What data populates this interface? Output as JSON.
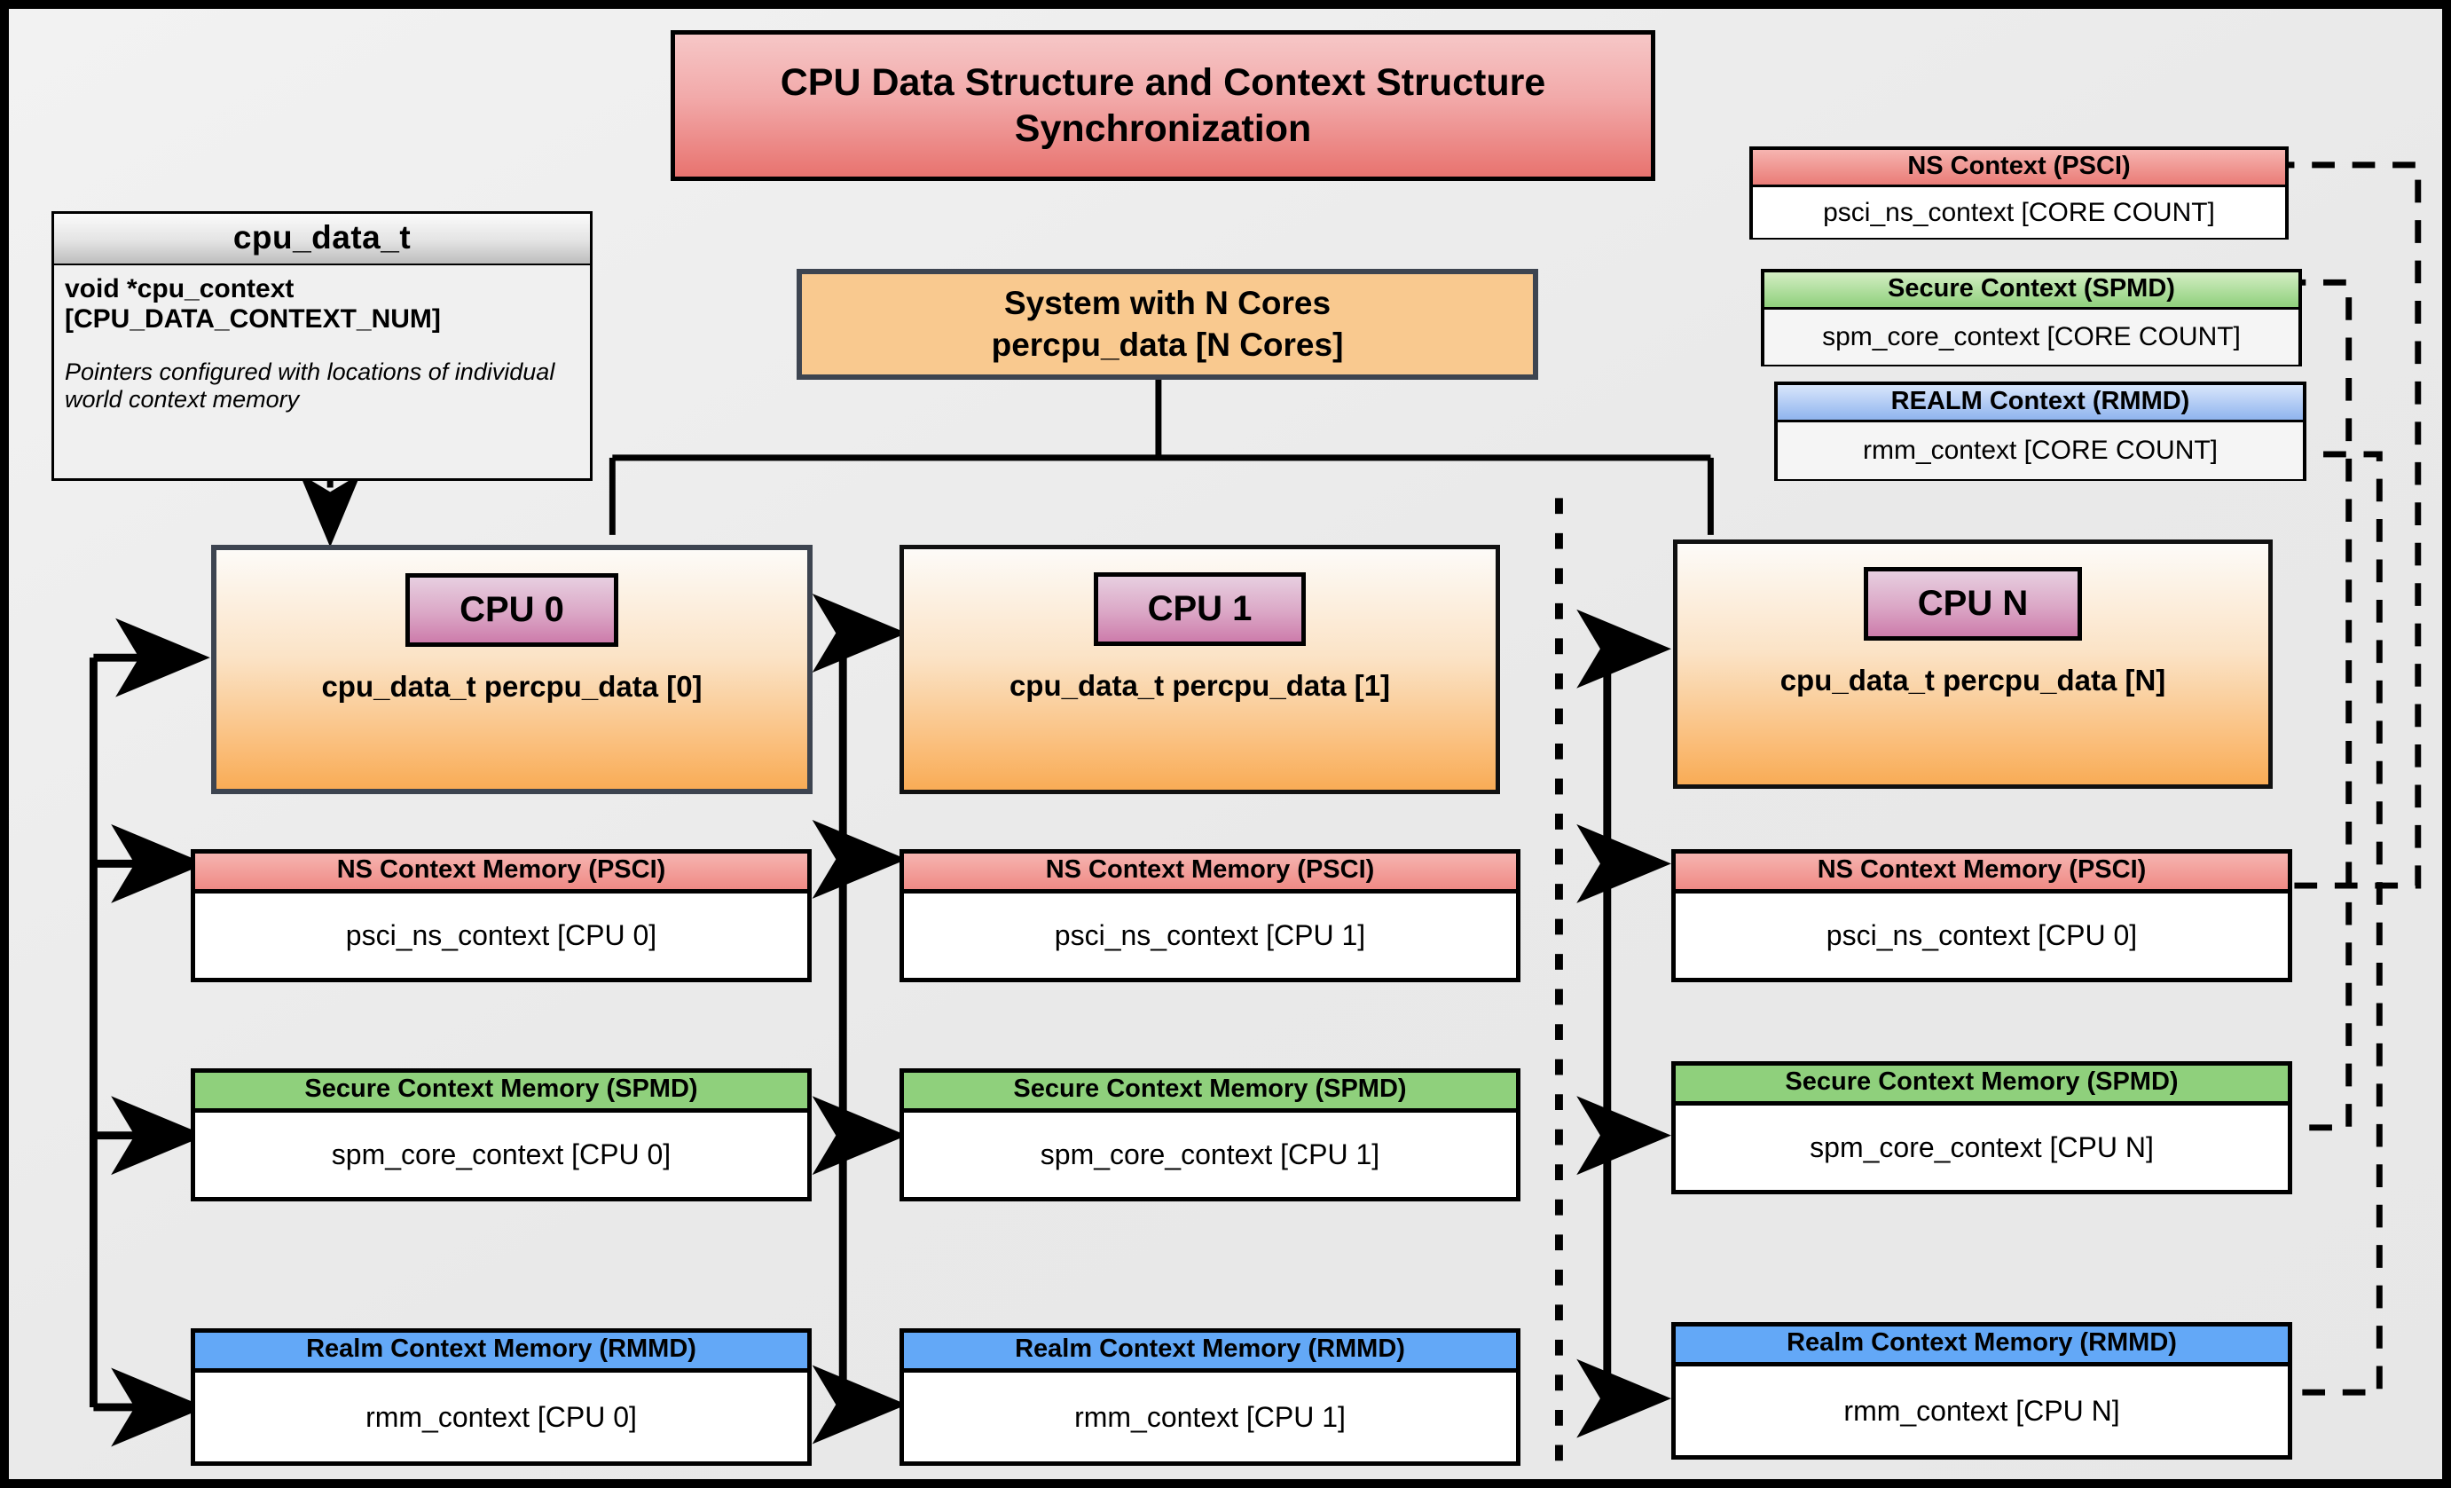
{
  "title": "CPU Data Structure and Context Structure Synchronization",
  "class_box": {
    "name": "cpu_data_t",
    "signature_line1": "void  *cpu_context",
    "signature_line2": "[CPU_DATA_CONTEXT_NUM]",
    "note": "Pointers configured with locations of individual world context memory"
  },
  "system": {
    "line1": "System with N Cores",
    "line2": "percpu_data [N Cores]"
  },
  "global_contexts": [
    {
      "header": "NS Context  (PSCI)",
      "body": "psci_ns_context [CORE COUNT]",
      "color": "#ef8a85",
      "kind": "ns"
    },
    {
      "header": "Secure Context (SPMD)",
      "body": "spm_core_context [CORE COUNT]",
      "color": "#8fd07c",
      "kind": "sec"
    },
    {
      "header": "REALM Context (RMMD)",
      "body": "rmm_context [CORE COUNT]",
      "color": "#8fb4ee",
      "kind": "realm"
    }
  ],
  "cpus": [
    {
      "chip": "CPU 0",
      "caption": "cpu_data_t percpu_data [0]",
      "memories": [
        {
          "header": "NS Context Memory (PSCI)",
          "body": "psci_ns_context [CPU 0]",
          "kind": "ns"
        },
        {
          "header": "Secure Context Memory (SPMD)",
          "body": "spm_core_context [CPU 0]",
          "kind": "sec"
        },
        {
          "header": "Realm Context Memory (RMMD)",
          "body": "rmm_context [CPU 0]",
          "kind": "realm"
        }
      ]
    },
    {
      "chip": "CPU 1",
      "caption": "cpu_data_t percpu_data [1]",
      "memories": [
        {
          "header": "NS Context Memory (PSCI)",
          "body": "psci_ns_context [CPU 1]",
          "kind": "ns"
        },
        {
          "header": "Secure Context Memory (SPMD)",
          "body": "spm_core_context [CPU 1]",
          "kind": "sec"
        },
        {
          "header": "Realm Context Memory (RMMD)",
          "body": "rmm_context [CPU 1]",
          "kind": "realm"
        }
      ]
    },
    {
      "chip": "CPU N",
      "caption": "cpu_data_t percpu_data [N]",
      "memories": [
        {
          "header": "NS Context Memory (PSCI)",
          "body": "psci_ns_context [CPU 0]",
          "kind": "ns"
        },
        {
          "header": "Secure Context Memory (SPMD)",
          "body": "spm_core_context [CPU N]",
          "kind": "sec"
        },
        {
          "header": "Realm Context Memory (RMMD)",
          "body": "rmm_context [CPU N]",
          "kind": "realm"
        }
      ]
    }
  ],
  "colors": {
    "ns": "#ef8a85",
    "secure": "#8fd07c",
    "realm": "#63a8f7",
    "cpu_panel": "#f9ac56",
    "cpu_chip": "#cd7cab",
    "title": "#e8736f",
    "background": "#eaeaea"
  }
}
